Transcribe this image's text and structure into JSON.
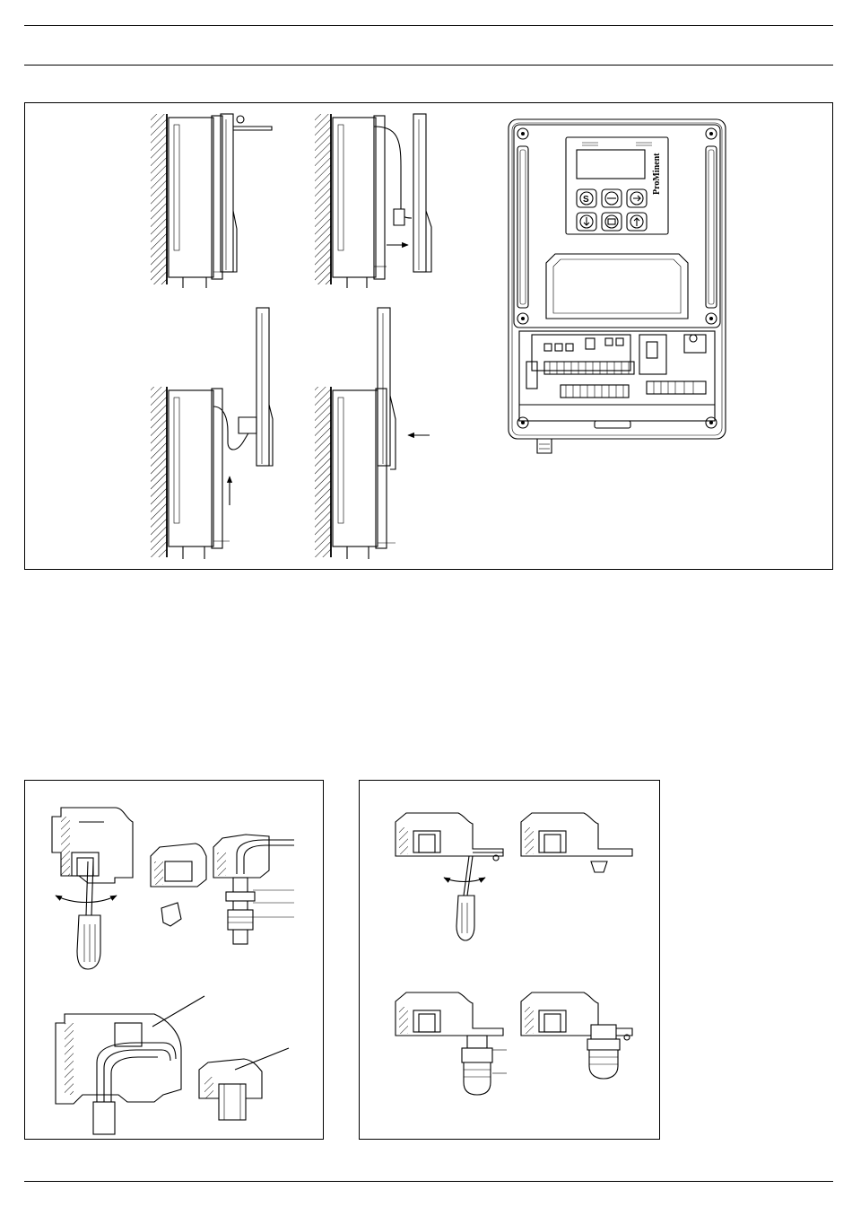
{
  "document": {
    "brand_logo_text": "ProMinent"
  },
  "figures": {
    "top": {
      "id": "figure-controller-mounting"
    },
    "bottom_left": {
      "id": "figure-cable-entry-knockout"
    },
    "bottom_right": {
      "id": "figure-cable-gland-mounting"
    }
  },
  "keypad": {
    "keys": [
      "S",
      "minus",
      "enter",
      "down",
      "menu",
      "up"
    ]
  }
}
